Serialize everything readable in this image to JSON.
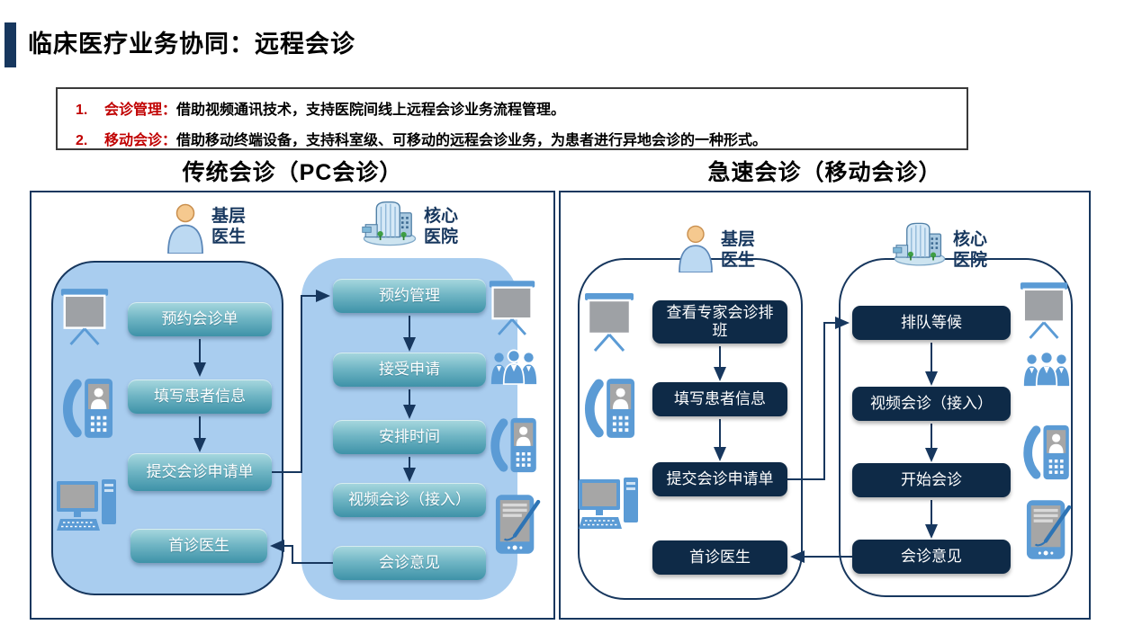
{
  "page": {
    "title": "临床医疗业务协同：远程会诊"
  },
  "info_box": {
    "items": [
      {
        "num": "1.",
        "term": "会诊管理：",
        "desc": "借助视频通讯技术，支持医院间线上远程会诊业务流程管理。"
      },
      {
        "num": "2.",
        "term": "移动会诊：",
        "desc": "借助移动终端设备，支持科室级、可移动的远程会诊业务，为患者进行异地会诊的一种形式。"
      }
    ]
  },
  "sections": {
    "pc": {
      "title": "传统会诊（PC会诊）",
      "actors": {
        "doctor": {
          "line1": "基层",
          "line2": "医生",
          "icon": "person-icon"
        },
        "hospital": {
          "line1": "核心",
          "line2": "医院",
          "icon": "hospital-building-icon"
        }
      },
      "doctor_steps": [
        "预约会诊单",
        "填写患者信息",
        "提交会诊申请单",
        "首诊医生"
      ],
      "hospital_steps": [
        "预约管理",
        "接受申请",
        "安排时间",
        "视频会诊（接入）",
        "会诊意见"
      ],
      "side_icons_left": [
        "projector-screen-icon",
        "video-phone-icon",
        "desktop-computer-icon"
      ],
      "side_icons_right": [
        "projector-screen-icon",
        "people-group-icon",
        "video-phone-icon",
        "tablet-pen-icon"
      ]
    },
    "mobile": {
      "title": "急速会诊（移动会诊）",
      "actors": {
        "doctor": {
          "line1": "基层",
          "line2": "医生",
          "icon": "person-icon"
        },
        "hospital": {
          "line1": "核心",
          "line2": "医院",
          "icon": "hospital-building-icon"
        }
      },
      "doctor_steps": [
        "查看专家会诊排班",
        "填写患者信息",
        "提交会诊申请单",
        "首诊医生"
      ],
      "hospital_steps": [
        "排队等候",
        "视频会诊（接入）",
        "开始会诊",
        "会诊意见"
      ],
      "side_icons_left": [
        "projector-screen-icon",
        "video-phone-icon",
        "desktop-computer-icon"
      ],
      "side_icons_right": [
        "projector-screen-icon",
        "people-group-icon",
        "video-phone-icon",
        "tablet-pen-icon"
      ]
    }
  },
  "colors": {
    "accent_navy": "#17375E",
    "highlight_red": "#C00000",
    "container_blue": "#A9CDEF",
    "teal_step_top": "#A5D7DF",
    "teal_step_bottom": "#3E92A8",
    "navy_step": "#0E2A47",
    "icon_blue": "#5B9BD5"
  }
}
